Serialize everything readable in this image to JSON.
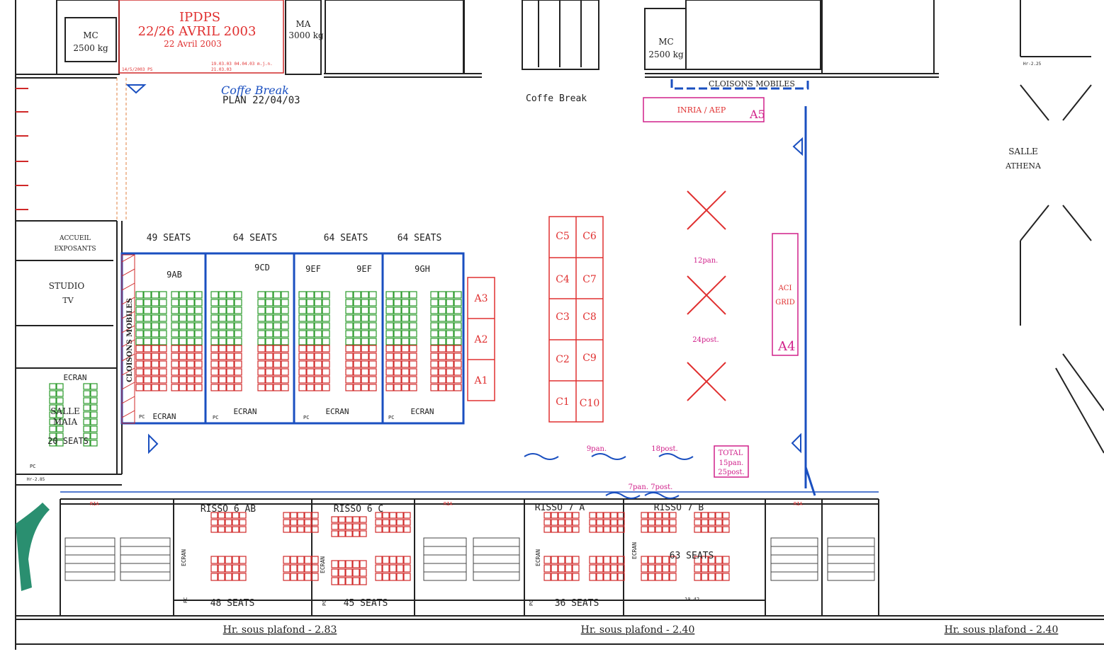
{
  "header": {
    "event": "IPDPS",
    "dates": "22/26 AVRIL 2003",
    "subdate": "22 Avril 2003",
    "stamp_left": "14/5/2003 PS",
    "stamp_right_1": "19.03.03 04.04.03 m.j.n.",
    "stamp_right_2": "21.03.03"
  },
  "lifts": {
    "mc_left": "MC",
    "mc_left_kg": "2500 kg",
    "ma": "MA",
    "ma_kg": "3000 kg",
    "mc_right": "MC",
    "mc_right_kg": "2500 kg"
  },
  "notes": {
    "coffe_handwritten": "Coffe Break",
    "plan_date": "PLAN    22/04/03",
    "coffe_center": "Coffe Break",
    "cloisons": "CLOISONS MOBILES",
    "cloisons_vertical": "CLOISONS MOBILES",
    "inria": "INRIA / AEP",
    "a5": "A5",
    "hr_top_right": "Hr-2.25",
    "hr_left": "Hr-2.85"
  },
  "rooms": {
    "salle_athena_1": "SALLE",
    "salle_athena_2": "ATHENA",
    "accueil_1": "ACCUEIL",
    "accueil_2": "EXPOSANTS",
    "studio_1": "STUDIO",
    "studio_2": "TV",
    "maia_ecran": "ECRAN",
    "maia_1": "SALLE",
    "maia_2": "MAIA",
    "maia_seats": "20 SEATS",
    "aci_1": "ACI",
    "aci_2": "GRID",
    "a4": "A4",
    "pc": "PC"
  },
  "upper_rooms": [
    {
      "seats": "49 SEATS",
      "name": "9AB",
      "ecran": "ECRAN"
    },
    {
      "seats": "64 SEATS",
      "name": "9CD",
      "ecran": "ECRAN"
    },
    {
      "seats": "64 SEATS",
      "name": "9EF",
      "name2": "9EF",
      "ecran": "ECRAN"
    },
    {
      "seats": "64 SEATS",
      "name": "9GH",
      "ecran": "ECRAN"
    }
  ],
  "booths_a": [
    "A3",
    "A2",
    "A1"
  ],
  "booths_c_left": [
    "C5",
    "C4",
    "C3",
    "C2",
    "C1"
  ],
  "booths_c_right": [
    "C6",
    "C7",
    "C8",
    "C9",
    "C10"
  ],
  "poster_area": {
    "pan12": "12pan.",
    "post24": "24post.",
    "pan9": "9pan.",
    "post18": "18post.",
    "total_1": "TOTAL",
    "total_2": "15pan.",
    "total_3": "25post.",
    "pan7": "7pan. 7post."
  },
  "lower_rooms": [
    {
      "name": "RISSO 6 AB",
      "seats": "48 SEATS"
    },
    {
      "name": "RISSO 6 C",
      "seats": "45 SEATS"
    },
    {
      "name": "RISSO 7 A",
      "seats": "36 SEATS"
    },
    {
      "name": "RISSO 7 B",
      "seats": "63 SEATS"
    }
  ],
  "lower_misc": {
    "ecran": "ECRAN",
    "ria": "RIA",
    "dim": "10.42",
    "ecran2": "ECRAN"
  },
  "ceiling": [
    "Hr. sous plafond - 2.83",
    "Hr. sous plafond - 2.40",
    "Hr. sous plafond - 2.40"
  ],
  "colors": {
    "wall": "#222222",
    "partition": "#1a4fc0",
    "booth": "#e03030",
    "poster": "#d0208a",
    "seat_green": "#2a9a2a",
    "seat_red": "#d02828"
  }
}
